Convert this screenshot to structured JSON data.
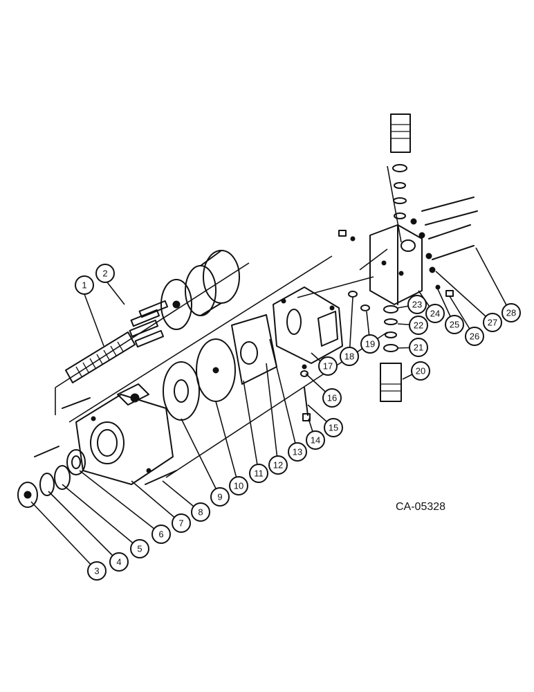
{
  "drawing_code": "CA-05328",
  "callouts": [
    "1",
    "2",
    "3",
    "4",
    "5",
    "6",
    "7",
    "8",
    "9",
    "10",
    "11",
    "12",
    "13",
    "14",
    "15",
    "16",
    "17",
    "18",
    "19",
    "20",
    "21",
    "22",
    "23",
    "24",
    "25",
    "26",
    "27",
    "28"
  ]
}
